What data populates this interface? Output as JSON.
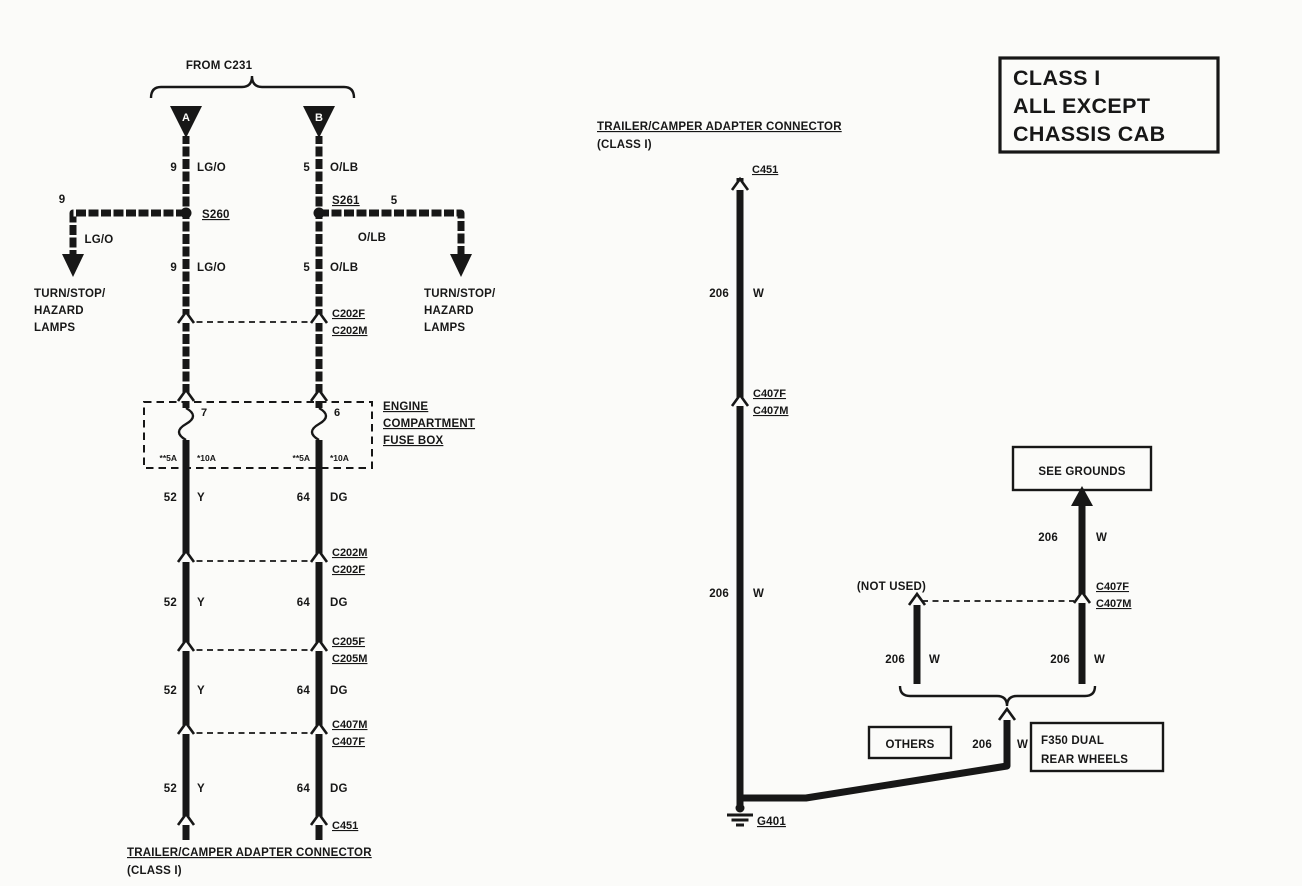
{
  "colors": {
    "ink": "#171717",
    "paper": "#fbfbf9"
  },
  "class_box": {
    "line1": "CLASS I",
    "line2": "ALL EXCEPT",
    "line3": "CHASSIS CAB"
  },
  "left_diagram": {
    "from_label": "FROM C231",
    "pin_a": "A",
    "pin_b": "B",
    "wire_a": {
      "gauge": "9",
      "color": "LG/O"
    },
    "wire_b": {
      "gauge": "5",
      "color": "O/LB"
    },
    "splice_a": "S260",
    "splice_b": "S261",
    "branch_a": {
      "gauge": "9",
      "color": "LG/O"
    },
    "branch_b": {
      "gauge": "5",
      "color": "O/LB"
    },
    "lamps_left": {
      "line1": "TURN/STOP/",
      "line2": "HAZARD",
      "line3": "LAMPS"
    },
    "lamps_right": {
      "line1": "TURN/STOP/",
      "line2": "HAZARD",
      "line3": "LAMPS"
    },
    "conn1": {
      "top": "C202F",
      "bottom": "C202M"
    },
    "fuse_box": {
      "title1": "ENGINE",
      "title2": "COMPARTMENT",
      "title3": "FUSE BOX",
      "fuse_a_id": "7",
      "fuse_b_id": "6",
      "fuse_a_amp_left": "**5A",
      "fuse_a_amp_right": "*10A",
      "fuse_b_amp_left": "**5A",
      "fuse_b_amp_right": "*10A"
    },
    "wire_a_out": {
      "gauge": "52",
      "color": "Y"
    },
    "wire_b_out": {
      "gauge": "64",
      "color": "DG"
    },
    "conn2": {
      "top": "C202M",
      "bottom": "C202F"
    },
    "conn3": {
      "top": "C205F",
      "bottom": "C205M"
    },
    "conn4": {
      "top": "C407M",
      "bottom": "C407F"
    },
    "conn5": "C451",
    "footer": {
      "line1": "TRAILER/CAMPER ADAPTER CONNECTOR",
      "line2": "(CLASS I)"
    }
  },
  "right_diagram": {
    "header": {
      "line1": "TRAILER/CAMPER ADAPTER CONNECTOR",
      "line2": "(CLASS I)"
    },
    "top_connector": "C451",
    "wire_upper": {
      "gauge": "206",
      "color": "W"
    },
    "conn": {
      "top": "C407F",
      "bottom": "C407M"
    },
    "wire_lower": {
      "gauge": "206",
      "color": "W"
    },
    "ground": "G401"
  },
  "branch_diagram": {
    "see_grounds": "SEE GROUNDS",
    "arrow_wire": {
      "gauge": "206",
      "color": "W"
    },
    "conn": {
      "top": "C407F",
      "bottom": "C407M"
    },
    "not_used": "(NOT USED)",
    "left_wire": {
      "gauge": "206",
      "color": "W"
    },
    "right_wire": {
      "gauge": "206",
      "color": "W"
    },
    "others": "OTHERS",
    "bottom_wire": {
      "gauge": "206",
      "color": "W"
    },
    "f350": {
      "line1": "F350 DUAL",
      "line2": "REAR WHEELS"
    }
  }
}
